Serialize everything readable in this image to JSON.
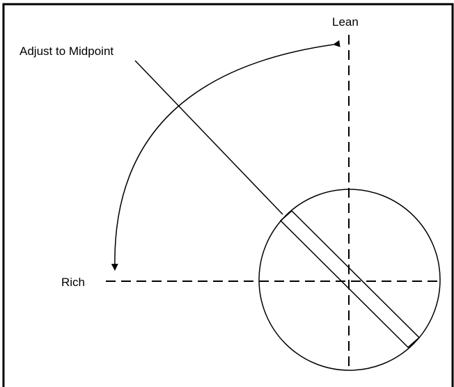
{
  "diagram": {
    "labels": {
      "lean": "Lean",
      "rich": "Rich",
      "adjust": "Adjust to Midpoint"
    },
    "colors": {
      "stroke": "#000000",
      "background": "#ffffff"
    }
  }
}
